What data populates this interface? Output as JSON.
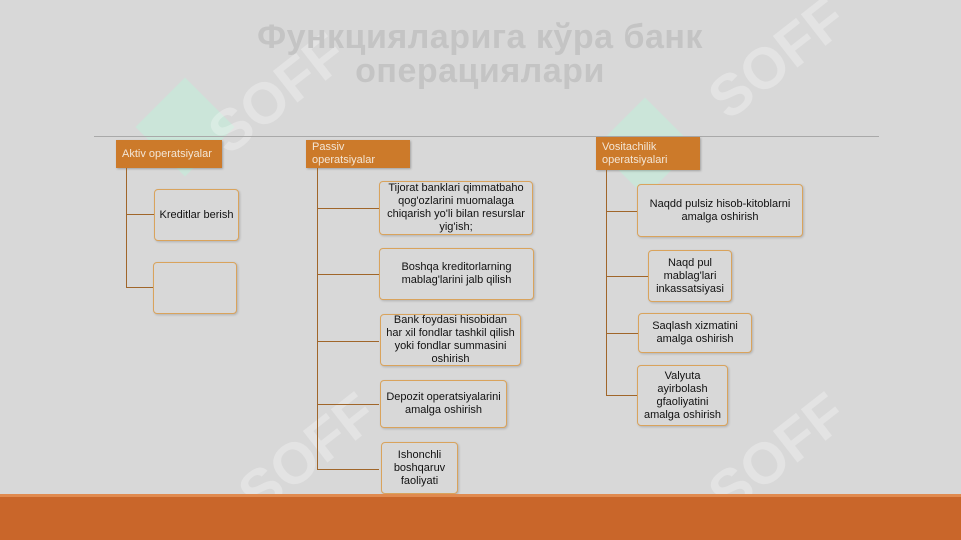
{
  "title": [
    "Функцияларига кўра банк",
    "операциялари"
  ],
  "watermark": "SOFF",
  "colors": {
    "accent": "#cc7a2a",
    "footer": "#c9662a",
    "node_border": "#d9a35c"
  },
  "columns": [
    {
      "header": "Aktiv operatsiyalar",
      "items": [
        "Kreditlar berish",
        ""
      ]
    },
    {
      "header": "Passiv operatsiyalar",
      "items": [
        "Tijorat banklari qimmatbaho qog'ozlarini muomalaga chiqarish yo'li bilan resurslar yig'ish;",
        "Boshqa kreditorlarning mablag'larini jalb qilish",
        "Bank foydasi hisobidan har xil fondlar tashkil qilish yoki fondlar summasini oshirish",
        "Depozit operatsiyalarini amalga oshirish",
        "Ishonchli boshqaruv faoliyati"
      ]
    },
    {
      "header": "Vositachilik operatsiyalari",
      "items": [
        "Naqdd pulsiz hisob-kitoblarni amalga oshirish",
        "Naqd pul mablag'lari inkassatsiyasi",
        "Saqlash xizmatini amalga oshirish",
        "Valyuta ayirbolash gfaoliyatini amalga oshirish"
      ]
    }
  ]
}
